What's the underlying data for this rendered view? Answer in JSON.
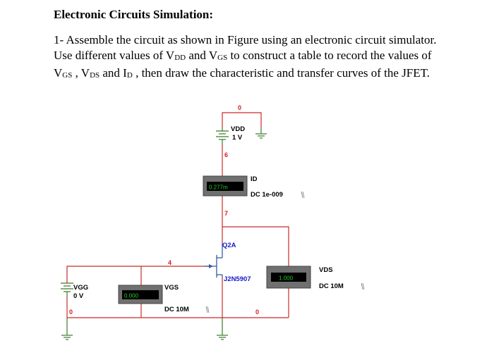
{
  "document": {
    "heading": "Electronic Circuits Simulation:",
    "para_line1": "1- Assemble the circuit as shown in Figure using an electronic circuit simulator.",
    "para_line2_a": "Use different values of  V",
    "para_line2_b": "DD",
    "para_line2_c": " and V",
    "para_line2_d": "GS",
    "para_line2_e": " to construct a table to record the values of",
    "para_line3_a": "V",
    "para_line3_b": "GS",
    "para_line3_c": " , V",
    "para_line3_d": "DS",
    "para_line3_e": " and I",
    "para_line3_f": "D",
    "para_line3_g": " , then draw the characteristic and transfer curves of the JFET."
  },
  "circuit": {
    "net_top": "0",
    "vdd_name": "VDD",
    "vdd_value": "1 V",
    "net_6": "6",
    "id_meter_reading": "0.277m",
    "id_meter_name": "ID",
    "id_meter_mode": "DC  1e-009",
    "net_7": "7",
    "transistor_ref": "Q2A",
    "transistor_model": "J2N5907",
    "net_4": "4",
    "vgg_name": "VGG",
    "vgg_value": "0 V",
    "net_left_0": "0",
    "vgs_meter_reading": "0.000",
    "vgs_meter_name": "VGS",
    "vgs_meter_mode": "DC  10M",
    "vds_meter_reading": "1.000",
    "vds_meter_name": "VDS",
    "vds_meter_mode": "DC  10M",
    "net_bottom_0": "0",
    "colors": {
      "wire": "#cc2a2a",
      "net_label": "#d62020",
      "ground": "#3a7a2a",
      "reading": "#22cc22",
      "jfet_label": "#1a1ac8",
      "meter_body": "#707070",
      "display": "#000000"
    }
  }
}
